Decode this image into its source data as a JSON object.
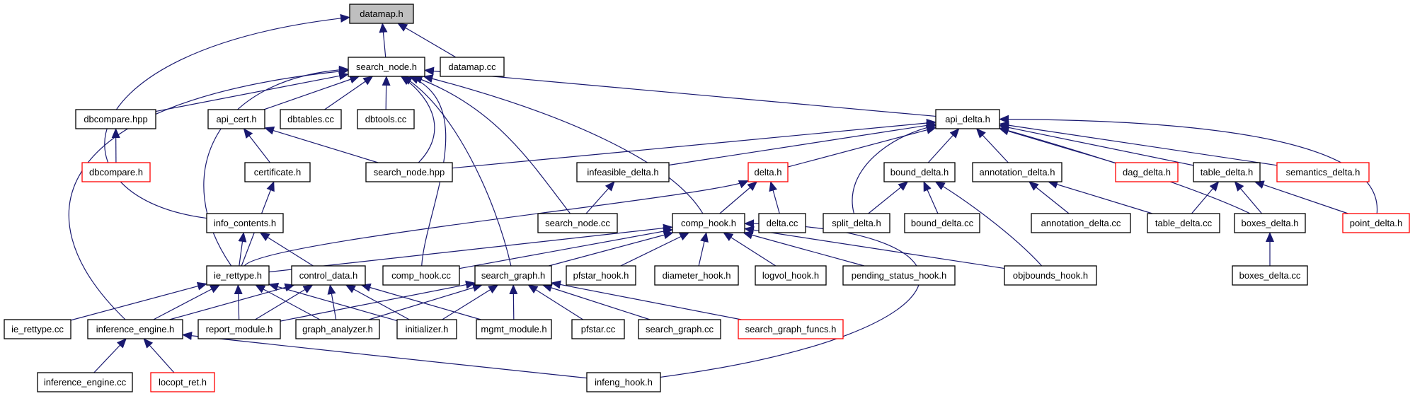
{
  "colors": {
    "edge": "#191970",
    "box_border": "#000000",
    "box_red": "#ff0000",
    "root_fill": "#bfbfbf",
    "text": "#000000"
  },
  "nodes": [
    {
      "id": "datamap_h",
      "label": "datamap.h",
      "style": "root"
    },
    {
      "id": "search_node_h",
      "label": "search_node.h",
      "style": "normal"
    },
    {
      "id": "datamap_cc",
      "label": "datamap.cc",
      "style": "normal"
    },
    {
      "id": "dbcompare_hpp",
      "label": "dbcompare.hpp",
      "style": "normal"
    },
    {
      "id": "api_cert_h",
      "label": "api_cert.h",
      "style": "normal"
    },
    {
      "id": "dbtables_cc",
      "label": "dbtables.cc",
      "style": "normal"
    },
    {
      "id": "dbtools_cc",
      "label": "dbtools.cc",
      "style": "normal"
    },
    {
      "id": "api_delta_h",
      "label": "api_delta.h",
      "style": "normal"
    },
    {
      "id": "dbcompare_h",
      "label": "dbcompare.h",
      "style": "red"
    },
    {
      "id": "certificate_h",
      "label": "certificate.h",
      "style": "normal"
    },
    {
      "id": "search_node_hpp",
      "label": "search_node.hpp",
      "style": "normal"
    },
    {
      "id": "infeasible_delta_h",
      "label": "infeasible_delta.h",
      "style": "normal"
    },
    {
      "id": "delta_h",
      "label": "delta.h",
      "style": "red"
    },
    {
      "id": "bound_delta_h",
      "label": "bound_delta.h",
      "style": "normal"
    },
    {
      "id": "annotation_delta_h",
      "label": "annotation_delta.h",
      "style": "normal"
    },
    {
      "id": "dag_delta_h",
      "label": "dag_delta.h",
      "style": "red"
    },
    {
      "id": "table_delta_h",
      "label": "table_delta.h",
      "style": "normal"
    },
    {
      "id": "semantics_delta_h",
      "label": "semantics_delta.h",
      "style": "red"
    },
    {
      "id": "info_contents_h",
      "label": "info_contents.h",
      "style": "normal"
    },
    {
      "id": "search_node_cc",
      "label": "search_node.cc",
      "style": "normal"
    },
    {
      "id": "comp_hook_h",
      "label": "comp_hook.h",
      "style": "normal"
    },
    {
      "id": "delta_cc",
      "label": "delta.cc",
      "style": "normal"
    },
    {
      "id": "split_delta_h",
      "label": "split_delta.h",
      "style": "normal"
    },
    {
      "id": "bound_delta_cc",
      "label": "bound_delta.cc",
      "style": "normal"
    },
    {
      "id": "annotation_delta_cc",
      "label": "annotation_delta.cc",
      "style": "normal"
    },
    {
      "id": "table_delta_cc",
      "label": "table_delta.cc",
      "style": "normal"
    },
    {
      "id": "boxes_delta_h",
      "label": "boxes_delta.h",
      "style": "normal"
    },
    {
      "id": "point_delta_h",
      "label": "point_delta.h",
      "style": "red"
    },
    {
      "id": "ie_rettype_h",
      "label": "ie_rettype.h",
      "style": "normal"
    },
    {
      "id": "control_data_h",
      "label": "control_data.h",
      "style": "normal"
    },
    {
      "id": "comp_hook_cc",
      "label": "comp_hook.cc",
      "style": "normal"
    },
    {
      "id": "search_graph_h",
      "label": "search_graph.h",
      "style": "normal"
    },
    {
      "id": "pfstar_hook_h",
      "label": "pfstar_hook.h",
      "style": "normal"
    },
    {
      "id": "diameter_hook_h",
      "label": "diameter_hook.h",
      "style": "normal"
    },
    {
      "id": "logvol_hook_h",
      "label": "logvol_hook.h",
      "style": "normal"
    },
    {
      "id": "pending_status_hook_h",
      "label": "pending_status_hook.h",
      "style": "normal"
    },
    {
      "id": "objbounds_hook_h",
      "label": "objbounds_hook.h",
      "style": "normal"
    },
    {
      "id": "boxes_delta_cc",
      "label": "boxes_delta.cc",
      "style": "normal"
    },
    {
      "id": "ie_rettype_cc",
      "label": "ie_rettype.cc",
      "style": "normal"
    },
    {
      "id": "inference_engine_h",
      "label": "inference_engine.h",
      "style": "normal"
    },
    {
      "id": "report_module_h",
      "label": "report_module.h",
      "style": "normal"
    },
    {
      "id": "graph_analyzer_h",
      "label": "graph_analyzer.h",
      "style": "normal"
    },
    {
      "id": "initializer_h",
      "label": "initializer.h",
      "style": "normal"
    },
    {
      "id": "mgmt_module_h",
      "label": "mgmt_module.h",
      "style": "normal"
    },
    {
      "id": "pfstar_cc",
      "label": "pfstar.cc",
      "style": "normal"
    },
    {
      "id": "search_graph_cc",
      "label": "search_graph.cc",
      "style": "normal"
    },
    {
      "id": "search_graph_funcs_h",
      "label": "search_graph_funcs.h",
      "style": "red"
    },
    {
      "id": "inference_engine_cc",
      "label": "inference_engine.cc",
      "style": "normal"
    },
    {
      "id": "locopt_ret_h",
      "label": "locopt_ret.h",
      "style": "red"
    },
    {
      "id": "infeng_hook_h",
      "label": "infeng_hook.h",
      "style": "normal"
    }
  ],
  "edges": [
    [
      "search_node_h",
      "datamap_h"
    ],
    [
      "datamap_cc",
      "datamap_h"
    ],
    [
      "info_contents_h",
      "datamap_h"
    ],
    [
      "dbcompare_hpp",
      "search_node_h"
    ],
    [
      "api_cert_h",
      "search_node_h"
    ],
    [
      "dbtables_cc",
      "search_node_h"
    ],
    [
      "dbtools_cc",
      "search_node_h"
    ],
    [
      "api_delta_h",
      "search_node_h"
    ],
    [
      "search_node_hpp",
      "search_node_h"
    ],
    [
      "search_node_cc",
      "search_node_h"
    ],
    [
      "comp_hook_h",
      "search_node_h"
    ],
    [
      "comp_hook_cc",
      "search_node_h"
    ],
    [
      "search_graph_h",
      "search_node_h"
    ],
    [
      "ie_rettype_h",
      "search_node_h"
    ],
    [
      "inference_engine_h",
      "search_node_h"
    ],
    [
      "dbcompare_h",
      "dbcompare_hpp"
    ],
    [
      "certificate_h",
      "api_cert_h"
    ],
    [
      "search_node_hpp",
      "api_cert_h"
    ],
    [
      "ie_rettype_h",
      "certificate_h"
    ],
    [
      "search_node_hpp",
      "api_delta_h"
    ],
    [
      "infeasible_delta_h",
      "api_delta_h"
    ],
    [
      "delta_h",
      "api_delta_h"
    ],
    [
      "bound_delta_h",
      "api_delta_h"
    ],
    [
      "annotation_delta_h",
      "api_delta_h"
    ],
    [
      "dag_delta_h",
      "api_delta_h"
    ],
    [
      "table_delta_h",
      "api_delta_h"
    ],
    [
      "semantics_delta_h",
      "api_delta_h"
    ],
    [
      "split_delta_h",
      "api_delta_h"
    ],
    [
      "boxes_delta_h",
      "api_delta_h"
    ],
    [
      "point_delta_h",
      "api_delta_h"
    ],
    [
      "search_node_cc",
      "infeasible_delta_h"
    ],
    [
      "comp_hook_h",
      "delta_h"
    ],
    [
      "delta_cc",
      "delta_h"
    ],
    [
      "ie_rettype_h",
      "delta_h"
    ],
    [
      "split_delta_h",
      "bound_delta_h"
    ],
    [
      "bound_delta_cc",
      "bound_delta_h"
    ],
    [
      "objbounds_hook_h",
      "bound_delta_h"
    ],
    [
      "annotation_delta_cc",
      "annotation_delta_h"
    ],
    [
      "table_delta_cc",
      "annotation_delta_h"
    ],
    [
      "table_delta_cc",
      "table_delta_h"
    ],
    [
      "boxes_delta_h",
      "table_delta_h"
    ],
    [
      "point_delta_h",
      "table_delta_h"
    ],
    [
      "boxes_delta_cc",
      "boxes_delta_h"
    ],
    [
      "ie_rettype_h",
      "info_contents_h"
    ],
    [
      "control_data_h",
      "info_contents_h"
    ],
    [
      "comp_hook_cc",
      "comp_hook_h"
    ],
    [
      "search_graph_h",
      "comp_hook_h"
    ],
    [
      "pfstar_hook_h",
      "comp_hook_h"
    ],
    [
      "diameter_hook_h",
      "comp_hook_h"
    ],
    [
      "logvol_hook_h",
      "comp_hook_h"
    ],
    [
      "pending_status_hook_h",
      "comp_hook_h"
    ],
    [
      "objbounds_hook_h",
      "comp_hook_h"
    ],
    [
      "infeng_hook_h",
      "comp_hook_h"
    ],
    [
      "ie_rettype_h",
      "comp_hook_h"
    ],
    [
      "ie_rettype_cc",
      "ie_rettype_h"
    ],
    [
      "inference_engine_h",
      "ie_rettype_h"
    ],
    [
      "report_module_h",
      "ie_rettype_h"
    ],
    [
      "graph_analyzer_h",
      "ie_rettype_h"
    ],
    [
      "initializer_h",
      "ie_rettype_h"
    ],
    [
      "inference_engine_h",
      "control_data_h"
    ],
    [
      "report_module_h",
      "control_data_h"
    ],
    [
      "graph_analyzer_h",
      "control_data_h"
    ],
    [
      "initializer_h",
      "control_data_h"
    ],
    [
      "mgmt_module_h",
      "control_data_h"
    ],
    [
      "report_module_h",
      "search_graph_h"
    ],
    [
      "graph_analyzer_h",
      "search_graph_h"
    ],
    [
      "initializer_h",
      "search_graph_h"
    ],
    [
      "mgmt_module_h",
      "search_graph_h"
    ],
    [
      "pfstar_cc",
      "search_graph_h"
    ],
    [
      "search_graph_cc",
      "search_graph_h"
    ],
    [
      "search_graph_funcs_h",
      "search_graph_h"
    ],
    [
      "inference_engine_cc",
      "inference_engine_h"
    ],
    [
      "locopt_ret_h",
      "inference_engine_h"
    ],
    [
      "infeng_hook_h",
      "inference_engine_h"
    ]
  ]
}
